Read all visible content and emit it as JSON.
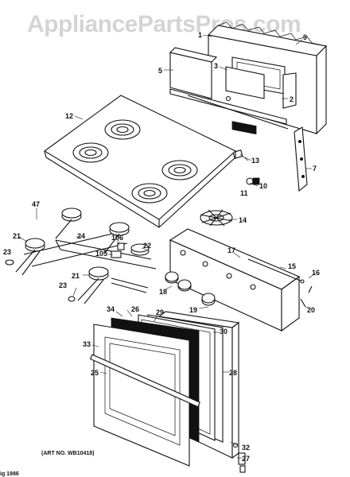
{
  "watermark": "AppliancePartsPros.com",
  "caption": "(ART NO. WB10418)",
  "corner_text": "ig 1986",
  "callouts": {
    "c1": "1",
    "c2": "2",
    "c3": "3",
    "c5": "5",
    "c7": "7",
    "c9": "9",
    "c10": "10",
    "c11": "11",
    "c12": "12",
    "c13": "13",
    "c14": "14",
    "c15": "15",
    "c16": "16",
    "c17": "17",
    "c18": "18",
    "c19": "19",
    "c20": "20",
    "c21a": "21",
    "c21b": "21",
    "c22": "22",
    "c23": "23",
    "c24": "24",
    "c25": "25",
    "c26": "26",
    "c27": "27",
    "c28": "28",
    "c29": "29",
    "c30": "30",
    "c32": "32",
    "c33": "33",
    "c34": "34",
    "c47": "47",
    "c105": "105",
    "c106": "106"
  }
}
